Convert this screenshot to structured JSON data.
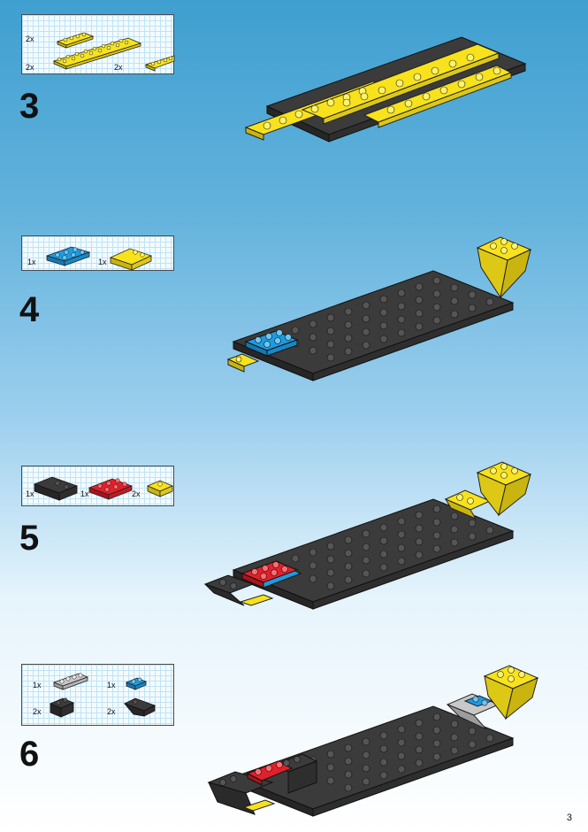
{
  "steps": [
    {
      "number": "3",
      "parts": [
        {
          "qty": "2x",
          "icon": "yellow-plate-1x4-icon"
        },
        {
          "qty": "2x",
          "icon": "yellow-plate-2x8-icon"
        },
        {
          "qty": "2x",
          "icon": "yellow-plate-1x6-icon"
        }
      ]
    },
    {
      "number": "4",
      "parts": [
        {
          "qty": "1x",
          "icon": "blue-plate-2x3-icon"
        },
        {
          "qty": "1x",
          "icon": "yellow-slope-brick-icon"
        }
      ]
    },
    {
      "number": "5",
      "parts": [
        {
          "qty": "1x",
          "icon": "black-slope-brick-icon"
        },
        {
          "qty": "1x",
          "icon": "red-plate-2x3-icon"
        },
        {
          "qty": "2x",
          "icon": "yellow-slope-small-icon"
        }
      ]
    },
    {
      "number": "6",
      "parts": [
        {
          "qty": "1x",
          "icon": "gray-plate-1x4-icon"
        },
        {
          "qty": "1x",
          "icon": "blue-plate-1x2-icon"
        },
        {
          "qty": "2x",
          "icon": "black-brick-1x2-icon"
        },
        {
          "qty": "2x",
          "icon": "black-slope-inverted-icon"
        }
      ]
    }
  ],
  "page_number": "3",
  "colors": {
    "yellow": "#f7e21b",
    "black": "#3b3b3b",
    "blue": "#1d9be0",
    "red": "#e0202a",
    "gray": "#c8c8c8"
  }
}
